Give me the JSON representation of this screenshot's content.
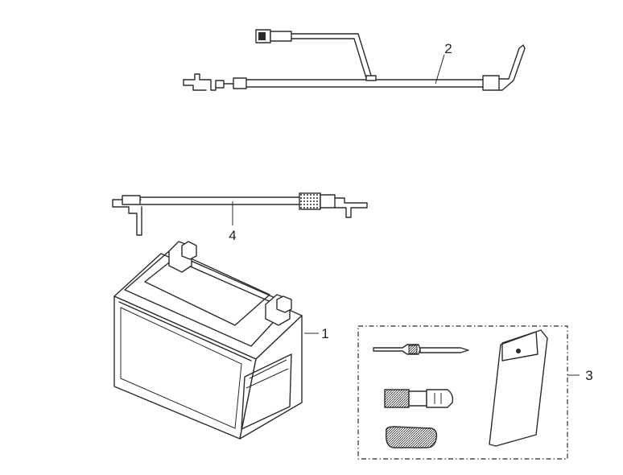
{
  "parts": [
    {
      "number": "1"
    },
    {
      "number": "2"
    },
    {
      "number": "3"
    },
    {
      "number": "4"
    }
  ]
}
